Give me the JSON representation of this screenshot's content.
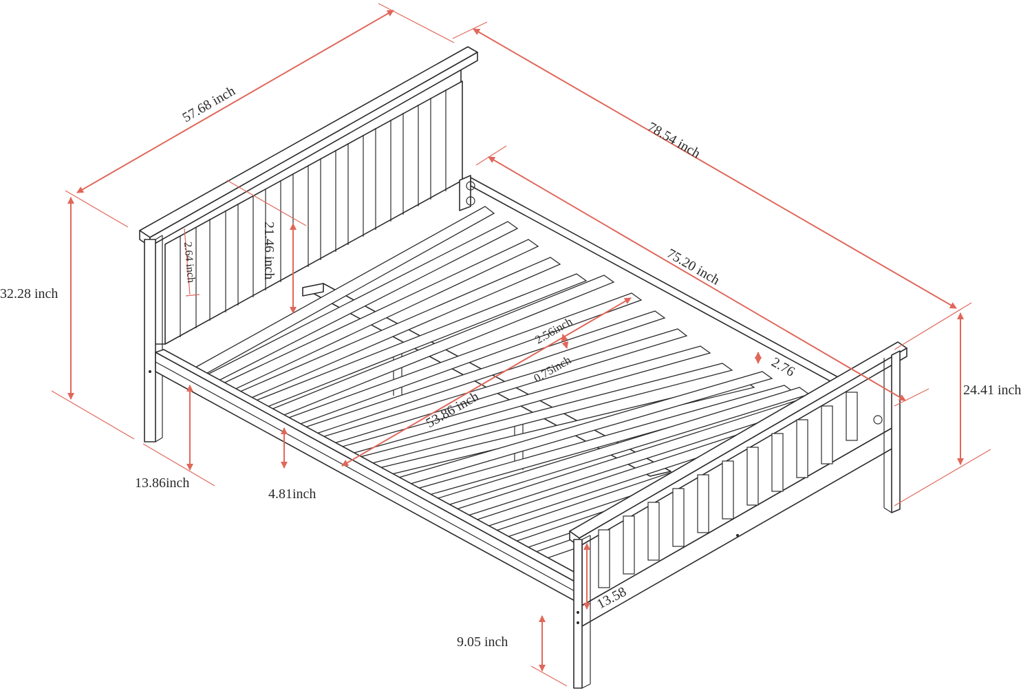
{
  "diagram": {
    "accent_color": "#e0675a",
    "line_color": "#2b2b2b",
    "labels": {
      "headboard_width": "57.68 inch",
      "overall_length": "78.54 inch",
      "inner_length": "75.20  inch",
      "headboard_height": "32.28 inch",
      "headboard_panel_height": "21.46 inch",
      "headboard_slat_width": "2.64 inch",
      "slat_length": "53.86 inch",
      "slat_width": "2.56inch",
      "slat_gap": "0.75inch",
      "slat_spacing": "2.76",
      "footboard_height": "24.41 inch",
      "side_rail_clearance": "13.86inch",
      "side_rail_height": "4.81inch",
      "footboard_clearance": "13.58",
      "floor_clearance": "9.05 inch"
    }
  }
}
